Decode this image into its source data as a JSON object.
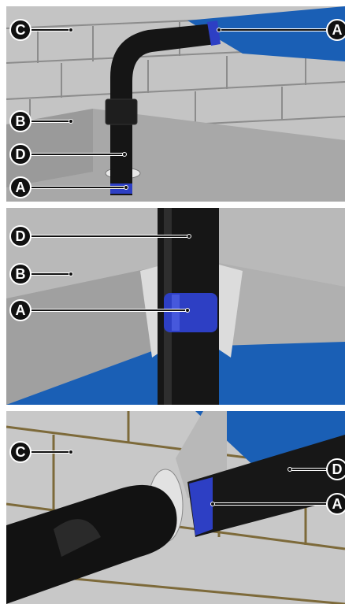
{
  "panels": [
    {
      "id": "panel-1",
      "callouts": [
        {
          "label": "C",
          "name": "callout-c"
        },
        {
          "label": "A",
          "name": "callout-a"
        },
        {
          "label": "B",
          "name": "callout-b"
        },
        {
          "label": "D",
          "name": "callout-d"
        },
        {
          "label": "A",
          "name": "callout-a"
        }
      ]
    },
    {
      "id": "panel-2",
      "callouts": [
        {
          "label": "D",
          "name": "callout-d"
        },
        {
          "label": "B",
          "name": "callout-b"
        },
        {
          "label": "A",
          "name": "callout-a"
        }
      ]
    },
    {
      "id": "panel-3",
      "callouts": [
        {
          "label": "C",
          "name": "callout-c"
        },
        {
          "label": "D",
          "name": "callout-d"
        },
        {
          "label": "A",
          "name": "callout-a"
        }
      ]
    }
  ],
  "colors": {
    "pipe": "#141414",
    "seal_band": "#2d3fc4",
    "membrane": "#1a5fb5",
    "brick": "#c9c9c9",
    "mortar": "#8a8a8a",
    "concrete": "#a9a9a9"
  }
}
